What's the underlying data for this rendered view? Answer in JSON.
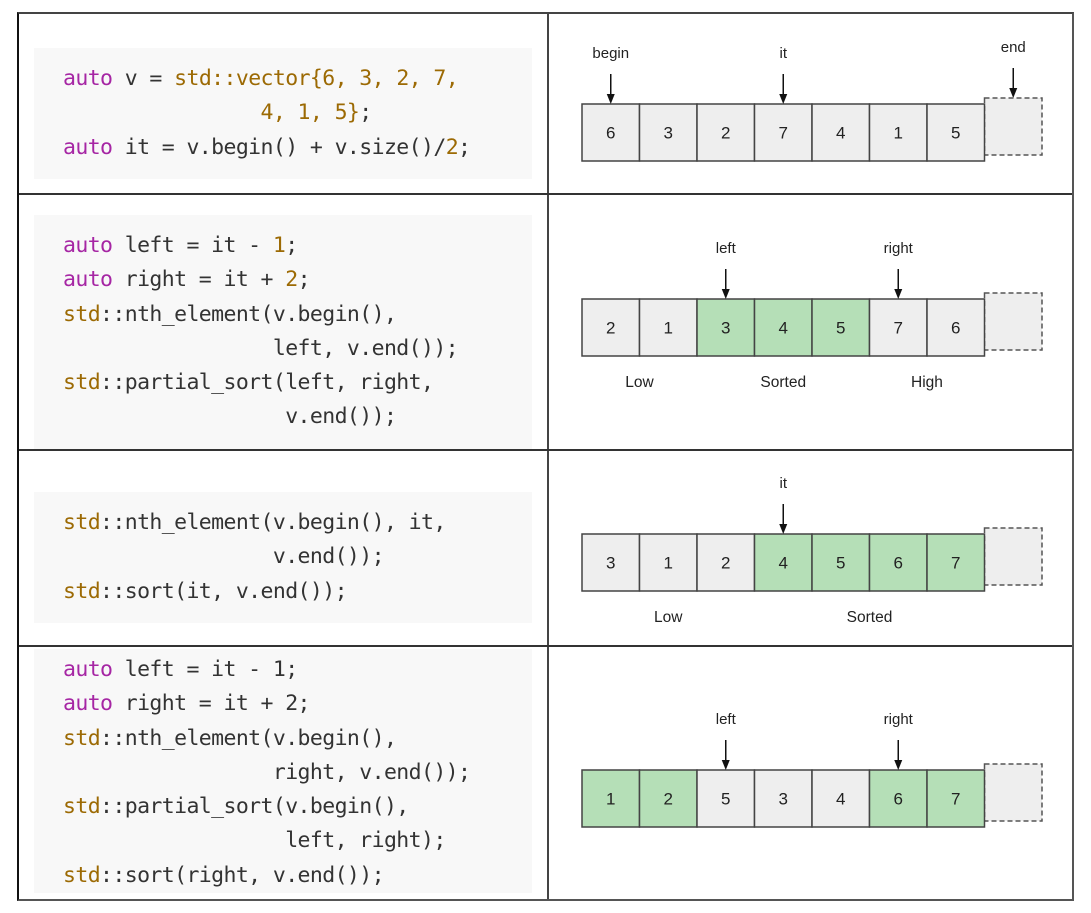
{
  "colors": {
    "keyword": "#a626a4",
    "type": "#9c6a04",
    "number": "#9c6a04",
    "plain": "#333333",
    "code_bg": "#f8f8f8",
    "cell_default": "#eeeeee",
    "cell_sorted": "#b5dfb7",
    "cell_border": "#444444"
  },
  "rows": [
    {
      "code": [
        [
          {
            "t": "auto",
            "c": "kw"
          },
          {
            "t": " v = ",
            "c": "pl"
          },
          {
            "t": "std::vector",
            "c": "ty"
          },
          {
            "t": "{6, 3, 2, 7,",
            "c": "nm"
          }
        ],
        [
          {
            "t": "                ",
            "c": "pl"
          },
          {
            "t": "4, 1, 5}",
            "c": "nm"
          },
          {
            "t": ";",
            "c": "pl"
          }
        ],
        [
          {
            "t": "auto",
            "c": "kw"
          },
          {
            "t": " it = v.begin() + v.size()/",
            "c": "pl"
          },
          {
            "t": "2",
            "c": "nm"
          },
          {
            "t": ";",
            "c": "pl"
          }
        ]
      ],
      "diagram": {
        "cells": [
          {
            "value": "6",
            "sorted": false
          },
          {
            "value": "3",
            "sorted": false
          },
          {
            "value": "2",
            "sorted": false
          },
          {
            "value": "7",
            "sorted": false
          },
          {
            "value": "4",
            "sorted": false
          },
          {
            "value": "1",
            "sorted": false
          },
          {
            "value": "5",
            "sorted": false
          }
        ],
        "pointers": [
          {
            "label": "begin",
            "index": 0
          },
          {
            "label": "it",
            "index": 3
          },
          {
            "label": "end",
            "index": 7
          }
        ],
        "regions": []
      }
    },
    {
      "code": [
        [
          {
            "t": "auto",
            "c": "kw"
          },
          {
            "t": " left = it - ",
            "c": "pl"
          },
          {
            "t": "1",
            "c": "nm"
          },
          {
            "t": ";",
            "c": "pl"
          }
        ],
        [
          {
            "t": "auto",
            "c": "kw"
          },
          {
            "t": " right = it + ",
            "c": "pl"
          },
          {
            "t": "2",
            "c": "nm"
          },
          {
            "t": ";",
            "c": "pl"
          }
        ],
        [
          {
            "t": "std",
            "c": "ty"
          },
          {
            "t": "::nth_element(v.begin(),",
            "c": "pl"
          }
        ],
        [
          {
            "t": "                 left, v.end());",
            "c": "pl"
          }
        ],
        [
          {
            "t": "std",
            "c": "ty"
          },
          {
            "t": "::partial_sort(left, right,",
            "c": "pl"
          }
        ],
        [
          {
            "t": "                  v.end());",
            "c": "pl"
          }
        ]
      ],
      "diagram": {
        "cells": [
          {
            "value": "2",
            "sorted": false
          },
          {
            "value": "1",
            "sorted": false
          },
          {
            "value": "3",
            "sorted": true
          },
          {
            "value": "4",
            "sorted": true
          },
          {
            "value": "5",
            "sorted": true
          },
          {
            "value": "7",
            "sorted": false
          },
          {
            "value": "6",
            "sorted": false
          }
        ],
        "pointers": [
          {
            "label": "left",
            "index": 2
          },
          {
            "label": "right",
            "index": 5
          }
        ],
        "regions": [
          {
            "label": "Low",
            "from": 0,
            "to": 1
          },
          {
            "label": "Sorted",
            "from": 2,
            "to": 4
          },
          {
            "label": "High",
            "from": 5,
            "to": 6
          }
        ]
      }
    },
    {
      "code": [
        [
          {
            "t": "std",
            "c": "ty"
          },
          {
            "t": "::nth_element(v.begin(), it,",
            "c": "pl"
          }
        ],
        [
          {
            "t": "                 v.end());",
            "c": "pl"
          }
        ],
        [
          {
            "t": "std",
            "c": "ty"
          },
          {
            "t": "::sort(it, v.end());",
            "c": "pl"
          }
        ]
      ],
      "diagram": {
        "cells": [
          {
            "value": "3",
            "sorted": false
          },
          {
            "value": "1",
            "sorted": false
          },
          {
            "value": "2",
            "sorted": false
          },
          {
            "value": "4",
            "sorted": true
          },
          {
            "value": "5",
            "sorted": true
          },
          {
            "value": "6",
            "sorted": true
          },
          {
            "value": "7",
            "sorted": true
          }
        ],
        "pointers": [
          {
            "label": "it",
            "index": 3
          }
        ],
        "regions": [
          {
            "label": "Low",
            "from": 0,
            "to": 2
          },
          {
            "label": "Sorted",
            "from": 3,
            "to": 6
          }
        ]
      }
    },
    {
      "code": [
        [
          {
            "t": "auto",
            "c": "kw"
          },
          {
            "t": " left = it - 1;",
            "c": "pl"
          }
        ],
        [
          {
            "t": "auto",
            "c": "kw"
          },
          {
            "t": " right = it + 2;",
            "c": "pl"
          }
        ],
        [
          {
            "t": "std",
            "c": "ty"
          },
          {
            "t": "::nth_element(v.begin(),",
            "c": "pl"
          }
        ],
        [
          {
            "t": "                 right, v.end());",
            "c": "pl"
          }
        ],
        [
          {
            "t": "std",
            "c": "ty"
          },
          {
            "t": "::partial_sort(v.begin(),",
            "c": "pl"
          }
        ],
        [
          {
            "t": "                  left, right);",
            "c": "pl"
          }
        ],
        [
          {
            "t": "std",
            "c": "ty"
          },
          {
            "t": "::sort(right, v.end());",
            "c": "pl"
          }
        ]
      ],
      "diagram": {
        "cells": [
          {
            "value": "1",
            "sorted": true
          },
          {
            "value": "2",
            "sorted": true
          },
          {
            "value": "5",
            "sorted": false
          },
          {
            "value": "3",
            "sorted": false
          },
          {
            "value": "4",
            "sorted": false
          },
          {
            "value": "6",
            "sorted": true
          },
          {
            "value": "7",
            "sorted": true
          }
        ],
        "pointers": [
          {
            "label": "left",
            "index": 2
          },
          {
            "label": "right",
            "index": 5
          }
        ],
        "regions": []
      }
    }
  ]
}
